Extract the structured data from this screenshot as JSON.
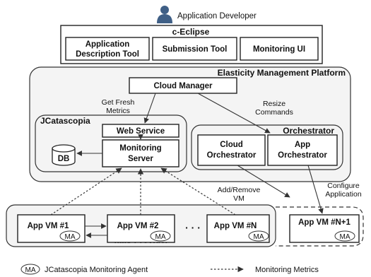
{
  "diagram": {
    "developer_label": "Application Developer",
    "c_eclipse": {
      "title": "c-Eclipse",
      "tools": {
        "app_desc_line1": "Application",
        "app_desc_line2": "Description Tool",
        "submission": "Submission Tool",
        "monitoring_ui": "Monitoring UI"
      }
    },
    "platform": {
      "title": "Elasticity Management Platform",
      "cloud_manager": "Cloud Manager",
      "edge_labels": {
        "get_fresh_line1": "Get Fresh",
        "get_fresh_line2": "Metrics",
        "resize_line1": "Resize",
        "resize_line2": "Commands",
        "add_remove_line1": "Add/Remove",
        "add_remove_line2": "VM",
        "configure_line1": "Configure",
        "configure_line2": "Application"
      }
    },
    "jcatascopia": {
      "title": "JCatascopia",
      "web_service": "Web Service",
      "server_line1": "Monitoring",
      "server_line2": "Server",
      "db": "DB"
    },
    "orchestrator": {
      "title": "Orchestrator",
      "cloud_line1": "Cloud",
      "cloud_line2": "Orchestrator",
      "app_line1": "App",
      "app_line2": "Orchestrator"
    },
    "iaas": {
      "title": "IaaS Provider",
      "vms": [
        "App VM #1",
        "App VM #2",
        "App VM #N"
      ],
      "ellipsis": "· · ·",
      "ma_label": "MA"
    },
    "new_vm": {
      "label": "App VM #N+1",
      "ma_label": "MA"
    },
    "legend": {
      "ma_symbol": "MA",
      "ma_text": "JCatascopia Monitoring Agent",
      "metrics_text": "Monitoring Metrics"
    }
  }
}
